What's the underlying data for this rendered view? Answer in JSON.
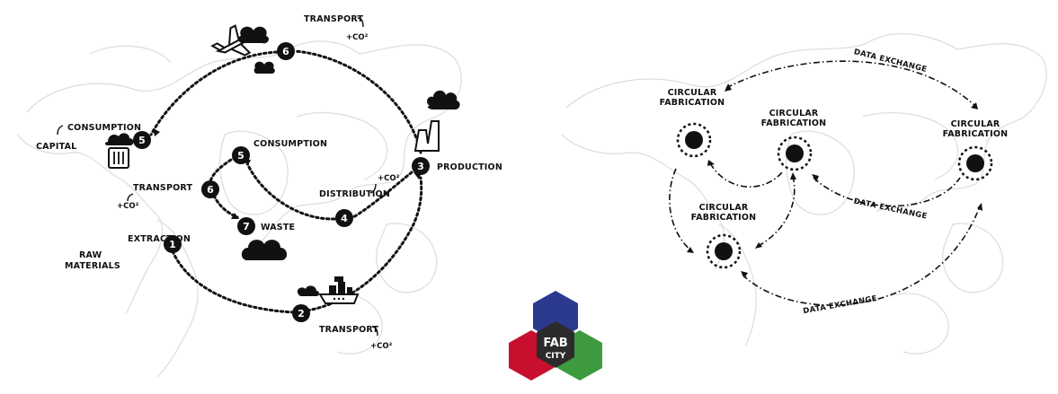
{
  "left_diagram": {
    "stages": [
      {
        "num": "1",
        "label": "EXTRACTION"
      },
      {
        "num": "2",
        "label": "TRANSPORT",
        "co2": "+CO²"
      },
      {
        "num": "3",
        "label": "PRODUCTION"
      },
      {
        "num": "4",
        "label": "DISTRIBUTION",
        "co2": "+CO²"
      },
      {
        "num": "5",
        "label": "CONSUMPTION"
      },
      {
        "num": "6",
        "label": "TRANSPORT",
        "co2": "+CO²"
      },
      {
        "num": "7",
        "label": "WASTE"
      }
    ],
    "outer_loop": {
      "transport": {
        "num": "6",
        "label": "TRANSPORT",
        "co2": "+CO²"
      },
      "consumption": {
        "num": "5",
        "label": "CONSUMPTION"
      }
    },
    "raw_materials": [
      "RAW",
      "MATERIALS"
    ],
    "capital": "CAPITAL"
  },
  "right_diagram": {
    "nodes": [
      {
        "label_lines": [
          "CIRCULAR",
          "FABRICATION"
        ]
      },
      {
        "label_lines": [
          "CIRCULAR",
          "FABRICATION"
        ]
      },
      {
        "label_lines": [
          "CIRCULAR",
          "FABRICATION"
        ]
      },
      {
        "label_lines": [
          "CIRCULAR",
          "FABRICATION"
        ]
      }
    ],
    "data_exchange_labels": [
      "DATA EXCHANGE",
      "DATA EXCHANGE",
      "DATA EXCHANGE"
    ]
  },
  "logo": {
    "line1": "FAB",
    "line2": "CITY",
    "colors": {
      "top": "#2b3a8f",
      "left": "#c8102e",
      "right": "#3d9a3f",
      "center": "#2b2b2b"
    }
  },
  "icons": [
    "airplane-icon",
    "trash-bin-icon",
    "factory-icon",
    "ship-icon",
    "cloud-icon"
  ]
}
